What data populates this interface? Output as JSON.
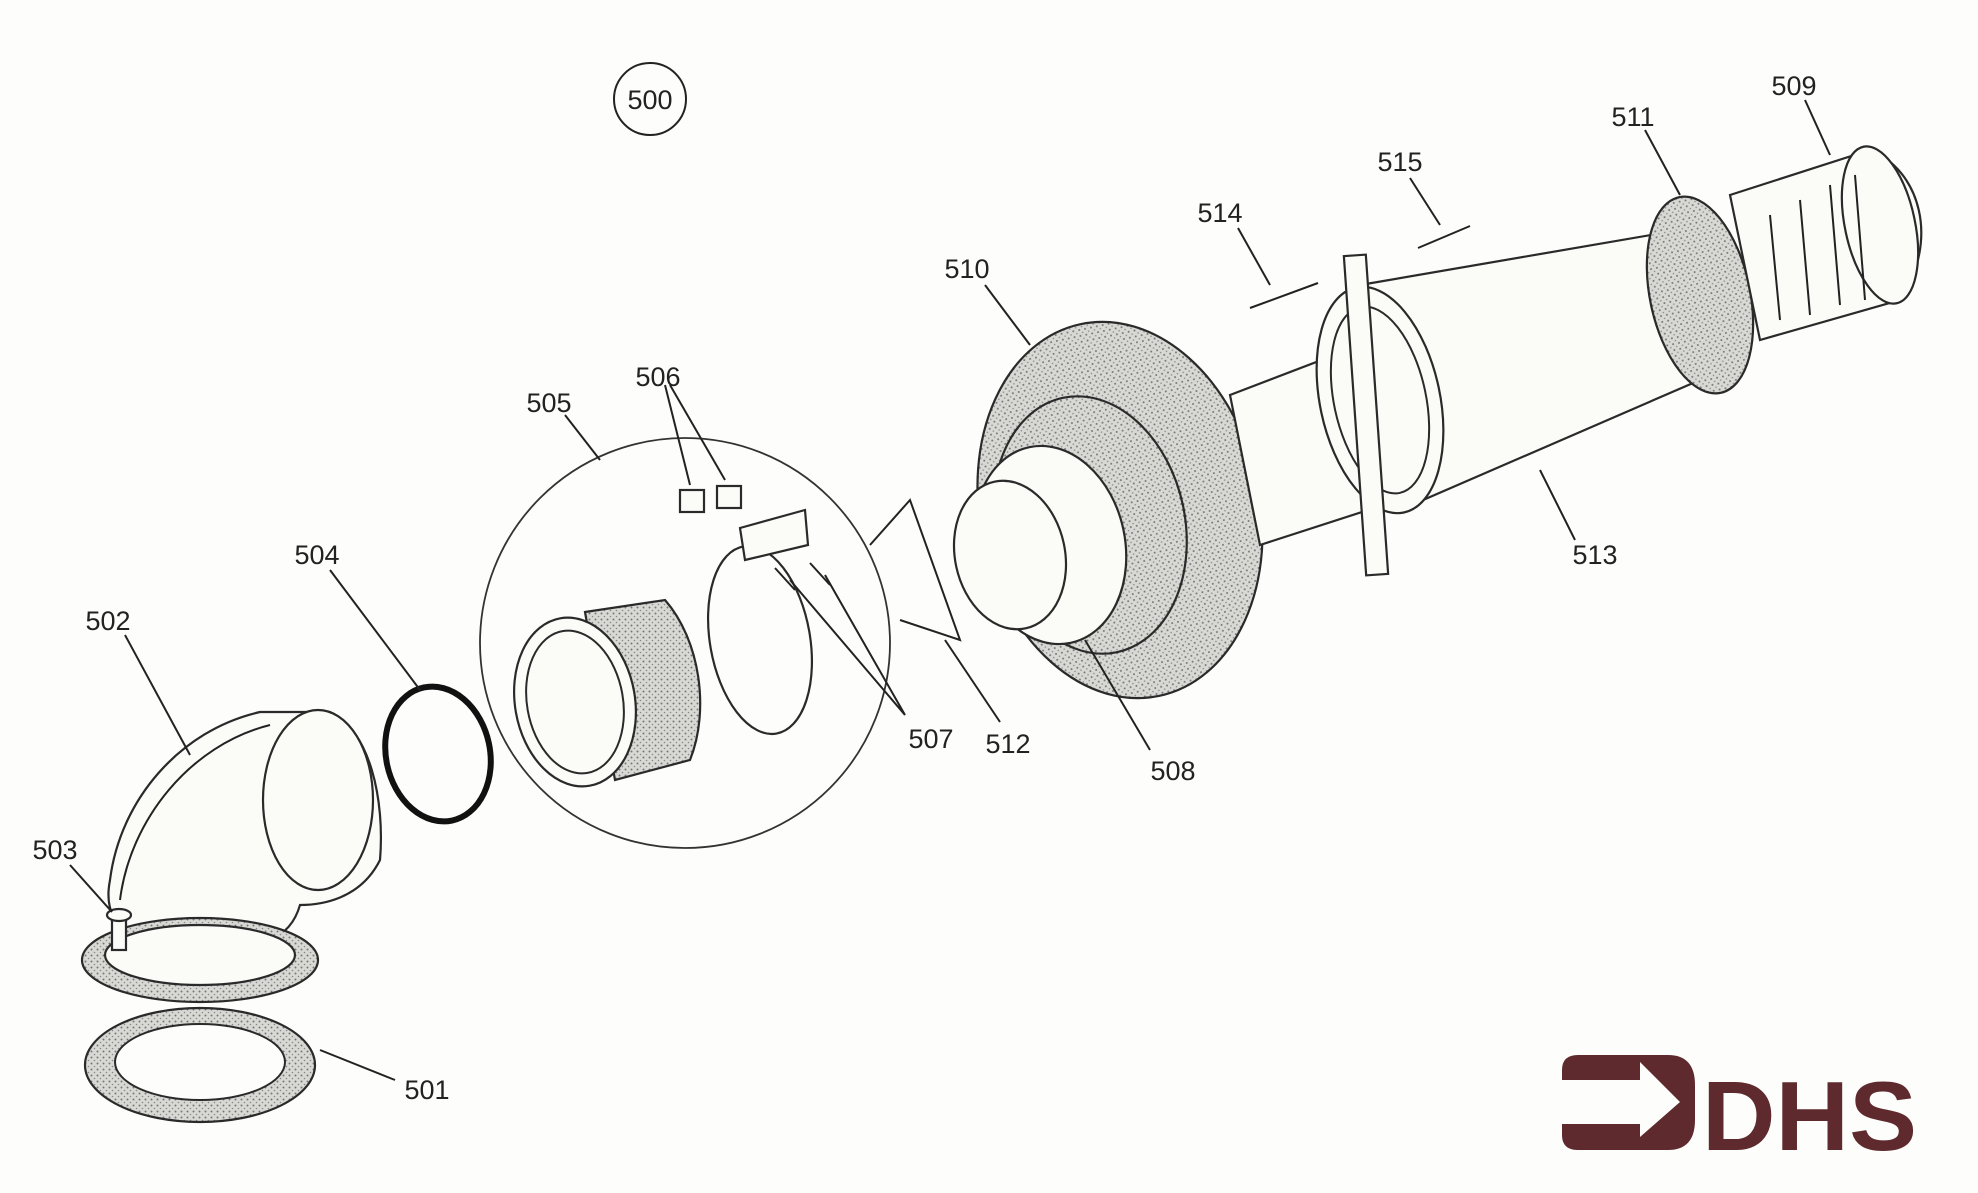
{
  "diagram": {
    "assembly_number": "500",
    "parts": [
      {
        "id": "501"
      },
      {
        "id": "502"
      },
      {
        "id": "503"
      },
      {
        "id": "504"
      },
      {
        "id": "505"
      },
      {
        "id": "506"
      },
      {
        "id": "507"
      },
      {
        "id": "508"
      },
      {
        "id": "509"
      },
      {
        "id": "510"
      },
      {
        "id": "511"
      },
      {
        "id": "512"
      },
      {
        "id": "513"
      },
      {
        "id": "514"
      },
      {
        "id": "515"
      }
    ]
  },
  "logo": {
    "text": "DHS",
    "color": "#5e2a2e"
  }
}
